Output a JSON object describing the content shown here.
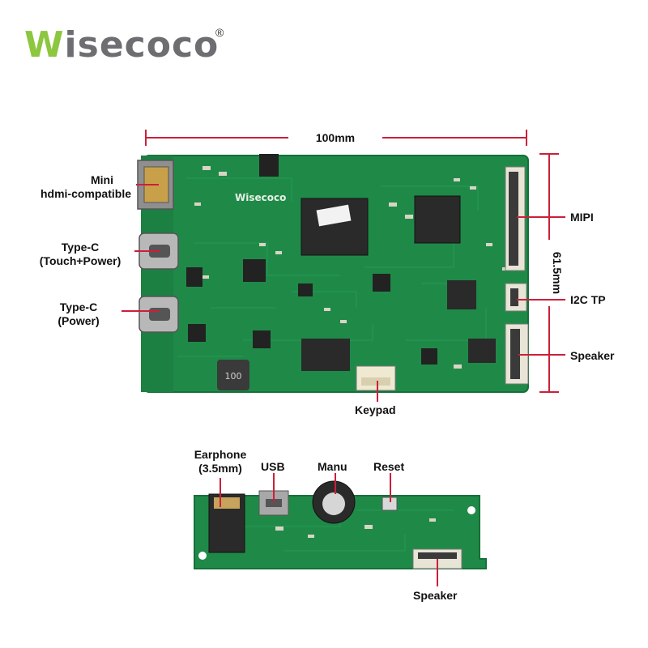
{
  "brand": {
    "logo_first": "W",
    "logo_rest": "isecoco",
    "registered": "®",
    "board_silk": "Wisecoco"
  },
  "dimensions": {
    "width": "100mm",
    "height": "61.5mm"
  },
  "main_board": {
    "labels": {
      "mini_hdmi_line1": "Mini",
      "mini_hdmi_line2": "hdmi-compatible",
      "typec_touch_line1": "Type-C",
      "typec_touch_line2": "(Touch+Power)",
      "typec_power_line1": "Type-C",
      "typec_power_line2": "(Power)",
      "mipi": "MIPI",
      "i2c_tp": "I2C TP",
      "speaker": "Speaker",
      "keypad": "Keypad"
    },
    "inductor_marking": "100"
  },
  "keypad_board": {
    "labels": {
      "earphone_line1": "Earphone",
      "earphone_line2": "(3.5mm)",
      "usb": "USB",
      "menu": "Manu",
      "reset": "Reset",
      "speaker": "Speaker"
    }
  },
  "colors": {
    "pcb": "#1f8a47",
    "pcb_dark": "#16703a",
    "leader": "#cc1f3a",
    "logo_green": "#8dc63f",
    "logo_gray": "#6d6e71"
  }
}
